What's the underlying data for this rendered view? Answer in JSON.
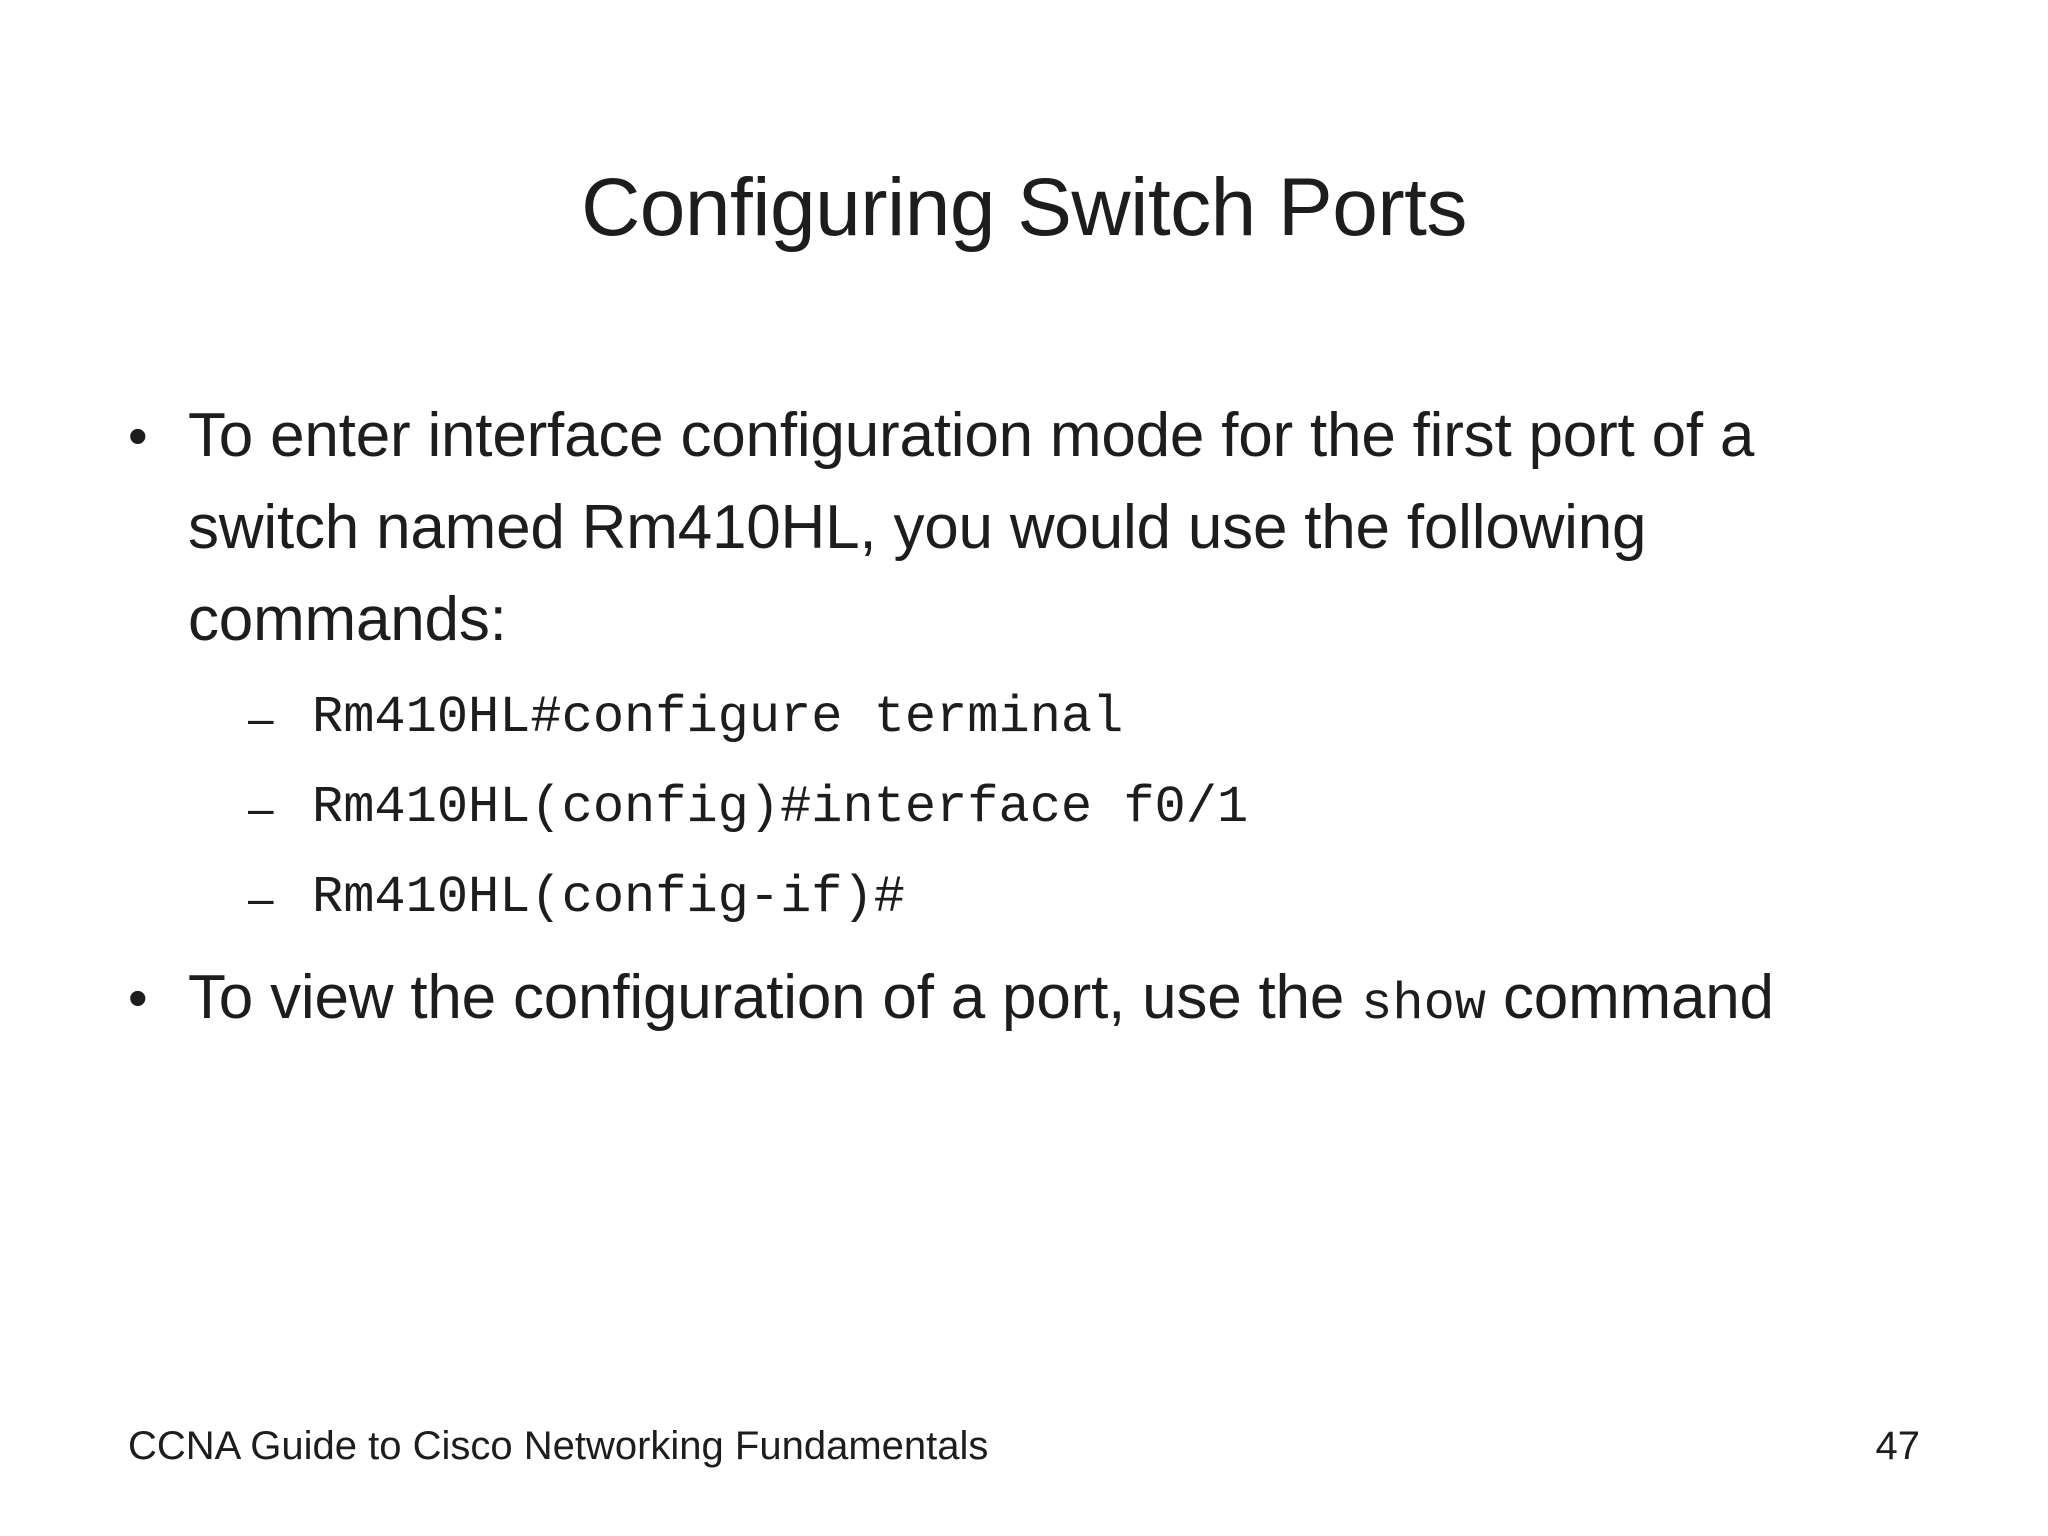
{
  "slide": {
    "title": "Configuring Switch Ports",
    "background_color": "#ffffff",
    "text_color": "#1d1d1d"
  },
  "body": {
    "bullet1": {
      "marker": "•",
      "text": "To enter interface configuration mode for the first port of a switch named Rm410HL, you would use the following commands:"
    },
    "commands": [
      {
        "marker": "–",
        "text": "Rm410HL#configure terminal"
      },
      {
        "marker": "–",
        "text": "Rm410HL(config)#interface f0/1"
      },
      {
        "marker": "–",
        "text": "Rm410HL(config-if)#"
      }
    ],
    "bullet2": {
      "marker": "•",
      "text_before": "To view the configuration of a port, use the ",
      "mono_run": "show",
      "text_after": " command"
    }
  },
  "footer": {
    "text": "CCNA Guide to Cisco Networking Fundamentals",
    "page_number": "47"
  }
}
